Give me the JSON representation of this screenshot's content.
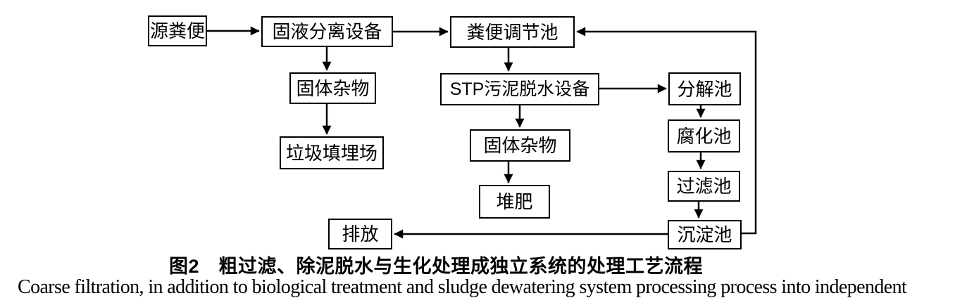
{
  "figure": {
    "caption_zh": "图2　粗过滤、除泥脱水与生化处理成独立系统的处理工艺流程",
    "caption_en": "Coarse filtration, in addition to biological treatment and sludge dewatering system processing process into independent"
  },
  "diagram": {
    "type": "flowchart",
    "nodes": [
      {
        "id": "source-feces",
        "label": "源粪便"
      },
      {
        "id": "solid-liquid-separation",
        "label": "固液分离设备"
      },
      {
        "id": "regulating-tank",
        "label": "粪便调节池"
      },
      {
        "id": "solid-debris-left",
        "label": "固体杂物"
      },
      {
        "id": "stp-sludge-dewatering",
        "label": "STP污泥脱水设备"
      },
      {
        "id": "decomposition-tank",
        "label": "分解池"
      },
      {
        "id": "landfill",
        "label": "垃圾填埋场"
      },
      {
        "id": "solid-debris-mid",
        "label": "固体杂物"
      },
      {
        "id": "septic-tank",
        "label": "腐化池"
      },
      {
        "id": "filter-tank",
        "label": "过滤池"
      },
      {
        "id": "compost",
        "label": "堆肥"
      },
      {
        "id": "sedimentation-tank",
        "label": "沉淀池"
      },
      {
        "id": "discharge",
        "label": "排放"
      }
    ],
    "edges": [
      {
        "from": "源粪便",
        "to": "固液分离设备"
      },
      {
        "from": "固液分离设备",
        "to": "粪便调节池"
      },
      {
        "from": "固液分离设备",
        "to": "固体杂物(左)"
      },
      {
        "from": "固体杂物(左)",
        "to": "垃圾填埋场"
      },
      {
        "from": "粪便调节池",
        "to": "STP污泥脱水设备"
      },
      {
        "from": "STP污泥脱水设备",
        "to": "分解池"
      },
      {
        "from": "STP污泥脱水设备",
        "to": "固体杂物(中)"
      },
      {
        "from": "固体杂物(中)",
        "to": "堆肥"
      },
      {
        "from": "分解池",
        "to": "腐化池"
      },
      {
        "from": "腐化池",
        "to": "过滤池"
      },
      {
        "from": "过滤池",
        "to": "沉淀池"
      },
      {
        "from": "沉淀池",
        "to": "排放"
      },
      {
        "from": "沉淀池",
        "to": "粪便调节池"
      }
    ],
    "colors": {
      "background": "#ffffff",
      "line": "#000000",
      "box_border": "#000000",
      "text": "#000000"
    }
  }
}
